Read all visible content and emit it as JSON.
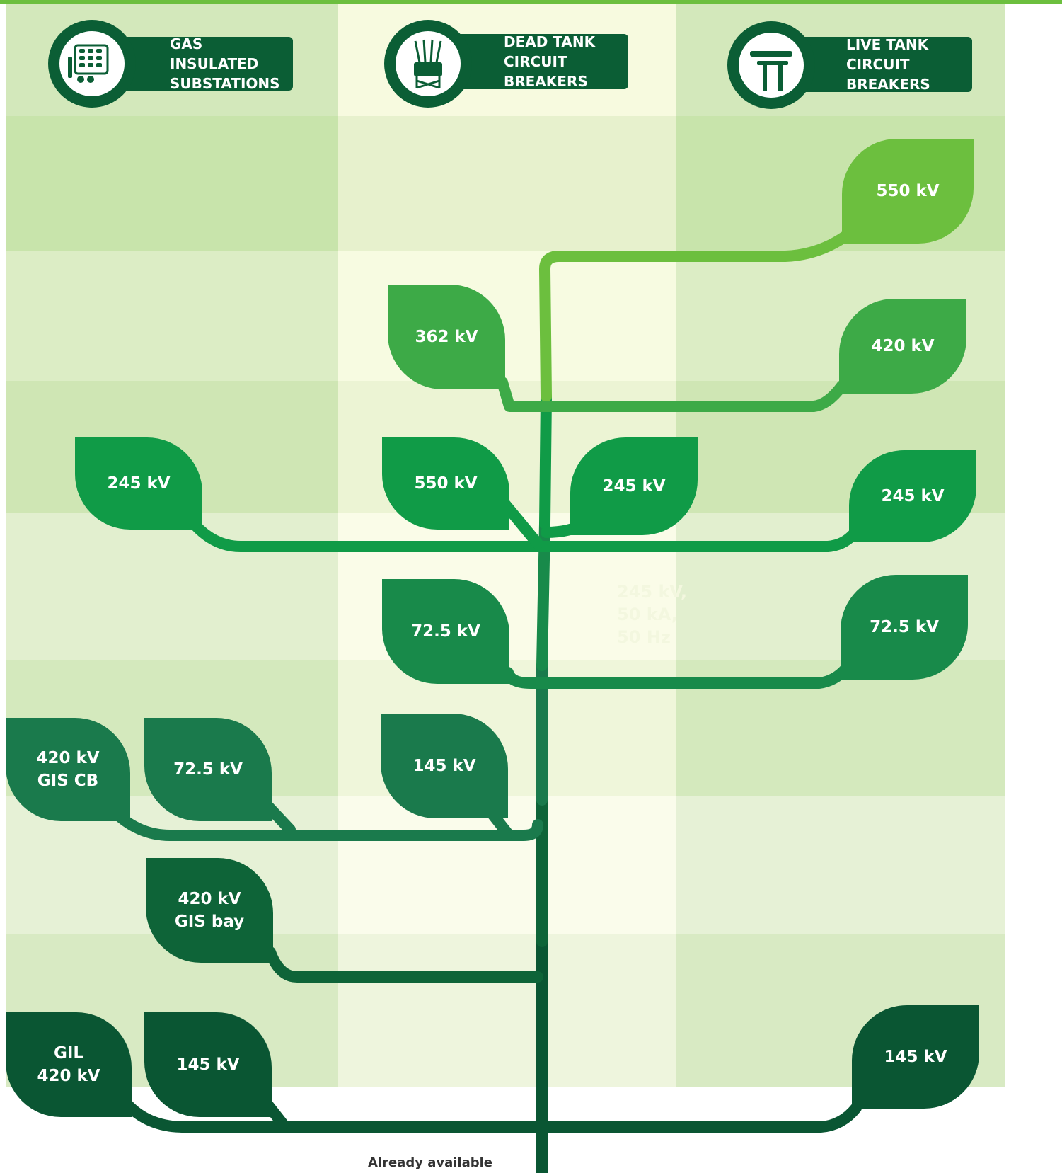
{
  "colors": {
    "top_bar": "#6cbf3e",
    "header": "#0b5e35",
    "level_1": "#6cbf3e",
    "level_2": "#3daa47",
    "level_3": "#109b47",
    "level_4": "#188a4a",
    "level_5": "#1a7a4c",
    "level_6": "#0e6438",
    "level_7": "#0a5633"
  },
  "headers": [
    {
      "line1": "GAS INSULATED",
      "line2": "SUBSTATIONS",
      "icon": "gis-substation-icon"
    },
    {
      "line1": "DEAD TANK",
      "line2": "CIRCUIT BREAKERS",
      "icon": "dead-tank-breaker-icon"
    },
    {
      "line1": "LIVE TANK",
      "line2": "CIRCUIT BREAKERS",
      "icon": "live-tank-breaker-icon"
    }
  ],
  "leaves": {
    "live_550": "550 kV",
    "dead_362": "362 kV",
    "live_420": "420 kV",
    "gis_245": "245 kV",
    "dead_550": "550 kV",
    "dead_245": "245 kV",
    "live_245": "245 kV",
    "dead_72": "72.5 kV",
    "live_72": "72.5 kV",
    "gis_420cb_l1": "420 kV",
    "gis_420cb_l2": "GIS CB",
    "gis_72": "72.5 kV",
    "dead_145": "145 kV",
    "gis_420bay_l1": "420 kV",
    "gis_420bay_l2": "GIS bay",
    "gil_l1": "GIL",
    "gil_l2": "420 kV",
    "gis_145": "145 kV",
    "live_145": "145 kV"
  },
  "ghost_note": {
    "line1": "245 kV,",
    "line2": "50 kA,",
    "line3": "50 Hz"
  },
  "footer_label": "Already available"
}
